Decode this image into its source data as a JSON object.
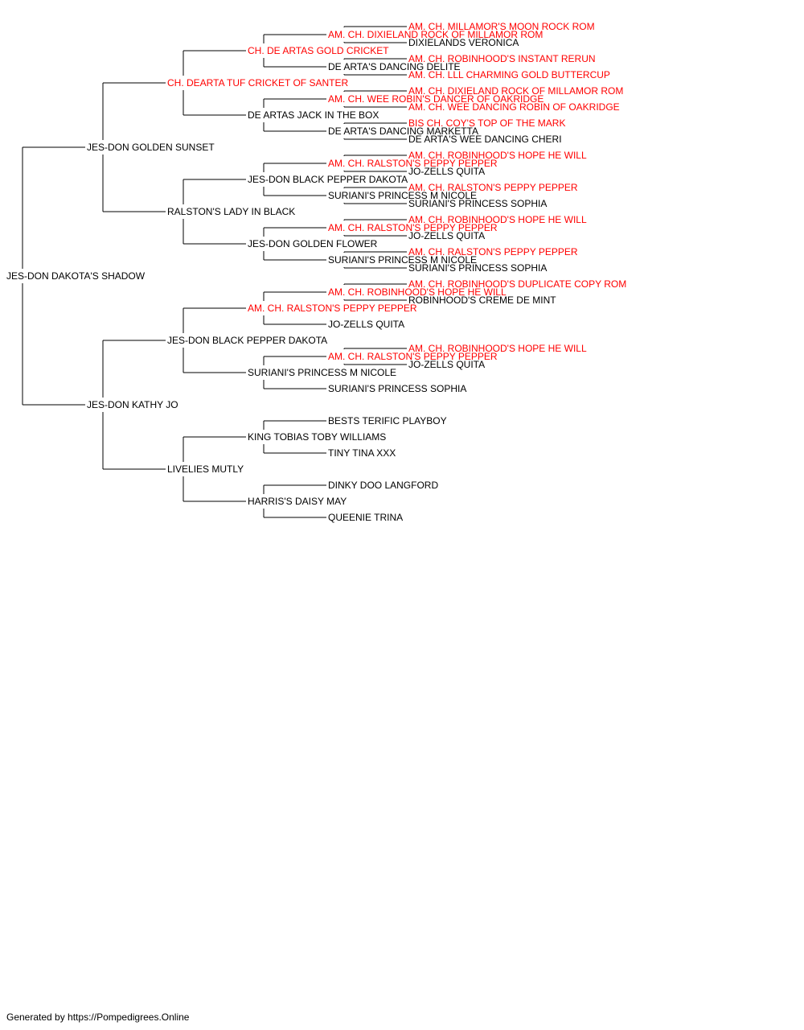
{
  "colors": {
    "text": "#000000",
    "champion": "#ff0000",
    "lines": "#000000"
  },
  "footer": "Generated by https://Pompedigrees.Online",
  "tree": {
    "name": "JES-DON DAKOTA'S SHADOW",
    "champion": false,
    "sire": {
      "name": "JES-DON GOLDEN SUNSET",
      "champion": false,
      "sire": {
        "name": "CH. DEARTA TUF CRICKET OF SANTER",
        "champion": true,
        "sire": {
          "name": "CH. DE ARTAS GOLD CRICKET",
          "champion": true,
          "sire": {
            "name": "AM. CH. DIXIELAND ROCK OF MILLAMOR ROM",
            "champion": true,
            "sire": {
              "name": "AM. CH. MILLAMOR'S MOON ROCK ROM",
              "champion": true
            },
            "dam": {
              "name": "DIXIELANDS VERONICA",
              "champion": false
            }
          },
          "dam": {
            "name": "DE ARTA'S DANCING DELITE",
            "champion": false,
            "sire": {
              "name": "AM. CH. ROBINHOOD'S INSTANT RERUN",
              "champion": true
            },
            "dam": {
              "name": "AM. CH. LLL CHARMING GOLD BUTTERCUP",
              "champion": true
            }
          }
        },
        "dam": {
          "name": "DE ARTAS JACK IN THE BOX",
          "champion": false,
          "sire": {
            "name": "AM. CH. WEE ROBIN'S DANCER OF OAKRIDGE",
            "champion": true,
            "sire": {
              "name": "AM. CH. DIXIELAND ROCK OF MILLAMOR ROM",
              "champion": true
            },
            "dam": {
              "name": "AM. CH. WEE DANCING ROBIN OF OAKRIDGE",
              "champion": true
            }
          },
          "dam": {
            "name": "DE ARTA'S DANCING MARKETTA",
            "champion": false,
            "sire": {
              "name": "BIS CH. COY'S TOP OF THE MARK",
              "champion": true
            },
            "dam": {
              "name": "DE ARTA'S WEE DANCING CHERI",
              "champion": false
            }
          }
        }
      },
      "dam": {
        "name": "RALSTON'S LADY IN BLACK",
        "champion": false,
        "sire": {
          "name": "JES-DON BLACK PEPPER DAKOTA",
          "champion": false,
          "sire": {
            "name": "AM. CH. RALSTON'S PEPPY PEPPER",
            "champion": true,
            "sire": {
              "name": "AM. CH. ROBINHOOD'S HOPE HE WILL",
              "champion": true
            },
            "dam": {
              "name": "JO-ZELLS QUITA",
              "champion": false
            }
          },
          "dam": {
            "name": "SURIANI'S PRINCESS M NICOLE",
            "champion": false,
            "sire": {
              "name": "AM. CH. RALSTON'S PEPPY PEPPER",
              "champion": true
            },
            "dam": {
              "name": "SURIANI'S PRINCESS SOPHIA",
              "champion": false
            }
          }
        },
        "dam": {
          "name": "JES-DON GOLDEN FLOWER",
          "champion": false,
          "sire": {
            "name": "AM. CH. RALSTON'S PEPPY PEPPER",
            "champion": true,
            "sire": {
              "name": "AM. CH. ROBINHOOD'S HOPE HE WILL",
              "champion": true
            },
            "dam": {
              "name": "JO-ZELLS QUITA",
              "champion": false
            }
          },
          "dam": {
            "name": "SURIANI'S PRINCESS M NICOLE",
            "champion": false,
            "sire": {
              "name": "AM. CH. RALSTON'S PEPPY PEPPER",
              "champion": true
            },
            "dam": {
              "name": "SURIANI'S PRINCESS SOPHIA",
              "champion": false
            }
          }
        }
      }
    },
    "dam": {
      "name": "JES-DON KATHY JO",
      "champion": false,
      "sire": {
        "name": "JES-DON BLACK PEPPER DAKOTA",
        "champion": false,
        "sire": {
          "name": "AM. CH. RALSTON'S PEPPY PEPPER",
          "champion": true,
          "sire": {
            "name": "AM. CH. ROBINHOOD'S HOPE HE WILL",
            "champion": true,
            "sire": {
              "name": "AM. CH. ROBINHOOD'S DUPLICATE COPY ROM",
              "champion": true
            },
            "dam": {
              "name": "ROBINHOOD'S CREME DE MINT",
              "champion": false
            }
          },
          "dam": {
            "name": "JO-ZELLS QUITA",
            "champion": false
          }
        },
        "dam": {
          "name": "SURIANI'S PRINCESS M NICOLE",
          "champion": false,
          "sire": {
            "name": "AM. CH. RALSTON'S PEPPY PEPPER",
            "champion": true,
            "sire": {
              "name": "AM. CH. ROBINHOOD'S HOPE HE WILL",
              "champion": true
            },
            "dam": {
              "name": "JO-ZELLS QUITA",
              "champion": false
            }
          },
          "dam": {
            "name": "SURIANI'S PRINCESS SOPHIA",
            "champion": false
          }
        }
      },
      "dam": {
        "name": "LIVELIES MUTLY",
        "champion": false,
        "sire": {
          "name": "KING TOBIAS TOBY WILLIAMS",
          "champion": false,
          "sire": {
            "name": "BESTS TERIFIC PLAYBOY",
            "champion": false
          },
          "dam": {
            "name": "TINY TINA XXX",
            "champion": false
          }
        },
        "dam": {
          "name": "HARRIS'S DAISY MAY",
          "champion": false,
          "sire": {
            "name": "DINKY DOO LANGFORD",
            "champion": false
          },
          "dam": {
            "name": "QUEENIE TRINA",
            "champion": false
          }
        }
      }
    }
  }
}
